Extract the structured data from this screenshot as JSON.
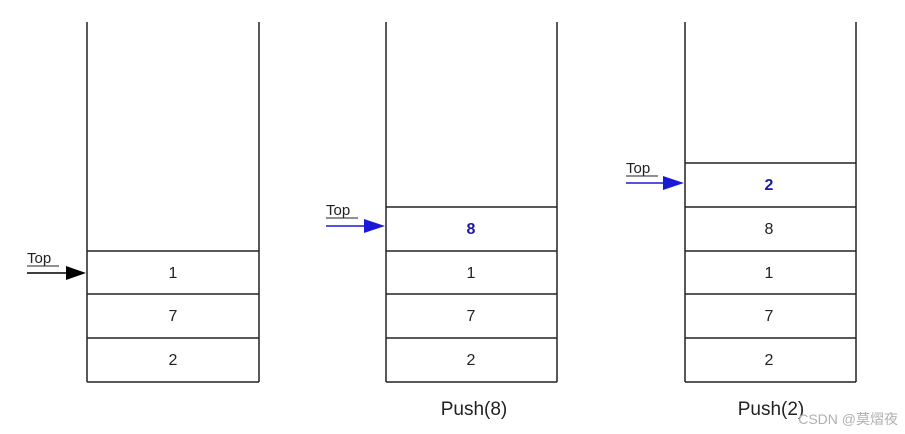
{
  "stacks": [
    {
      "cells": [
        "1",
        "7",
        "2"
      ],
      "new_top": false,
      "pointer_label": "Top",
      "pointer_color": "#000000",
      "caption": ""
    },
    {
      "cells": [
        "8",
        "1",
        "7",
        "2"
      ],
      "new_top": true,
      "pointer_label": "Top",
      "pointer_color": "#1a1ad6",
      "caption": "Push(8)"
    },
    {
      "cells": [
        "2",
        "8",
        "1",
        "7",
        "2"
      ],
      "new_top": true,
      "pointer_label": "Top",
      "pointer_color": "#1a1ad6",
      "caption": "Push(2)"
    }
  ],
  "watermark": "CSDN @莫熠夜",
  "colors": {
    "outline": "#222222",
    "new_value": "#1a1aa6",
    "pointer_blue": "#1a1ad6",
    "pointer_black": "#000000"
  }
}
